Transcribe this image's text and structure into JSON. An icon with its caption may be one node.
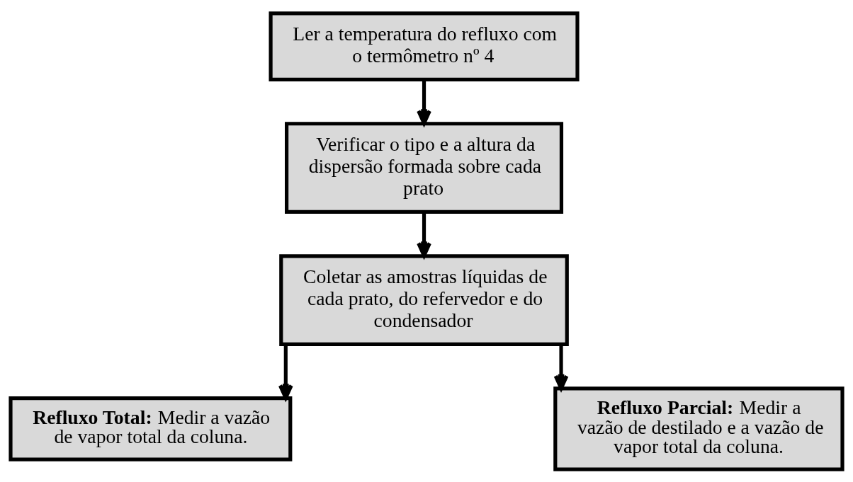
{
  "diagram": {
    "nodes": [
      {
        "text": [
          "Ler a temperatura do refluxo com o termômetro nº 4"
        ]
      },
      {
        "text": [
          "Verificar o tipo e a altura da dispersão formada sobre cada prato"
        ]
      },
      {
        "text": [
          "Coletar as amostras líquidas de cada prato, do refervedor e do condensador"
        ]
      },
      {
        "text": [
          "**Refluxo Total:** Medir a vazão de vapor total da coluna."
        ]
      },
      {
        "text": [
          "**Refluxo Parcial:** Medir a vazão de destilado e a vazão de vapor total da coluna."
        ]
      }
    ],
    "edges": [
      {
        "from": 0,
        "to": 1,
        "arrow": "to"
      },
      {
        "from": 1,
        "to": 2,
        "arrow": "to"
      },
      {
        "from": 2,
        "to": 3,
        "arrow": "to"
      },
      {
        "from": 2,
        "to": 4,
        "arrow": "to"
      }
    ]
  }
}
